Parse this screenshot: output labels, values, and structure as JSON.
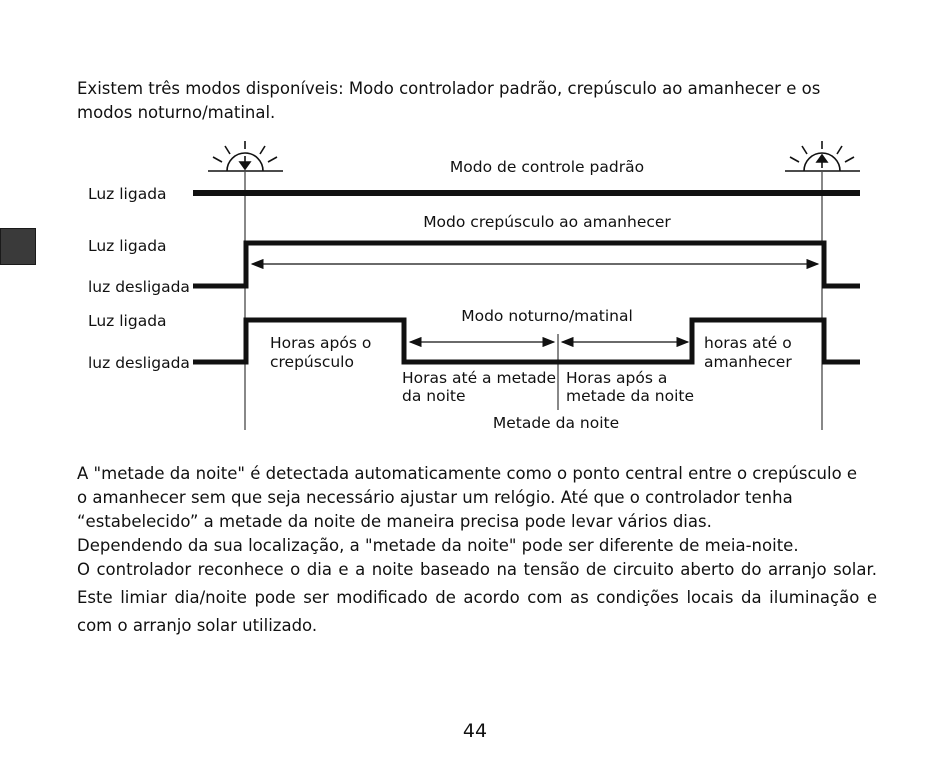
{
  "intro": "Existem três modos disponíveis: Modo controlador padrão, crepúsculo ao amanhecer e os modos noturno/matinal.",
  "diagram": {
    "mode_standard": "Modo de controle padrão",
    "mode_dusk_dawn": "Modo crepúsculo ao amanhecer",
    "mode_night": "Modo noturno/matinal",
    "light_on_1": "Luz ligada",
    "light_on_2": "Luz ligada",
    "light_off_2": "luz desligada",
    "light_on_3": "Luz ligada",
    "light_off_3": "luz desligada",
    "hours_after_dusk_1": "Horas após o",
    "hours_after_dusk_2": "crepúsculo",
    "hours_to_midnight_1": "Horas até a metade",
    "hours_to_midnight_2": "da noite",
    "hours_after_midnight_1": "Horas após a",
    "hours_after_midnight_2": "metade da noite",
    "hours_to_dawn_1": "horas até o",
    "hours_to_dawn_2": "amanhecer",
    "midnight": "Metade da noite",
    "sunset_icon": "sunset-icon",
    "sunrise_icon": "sunrise-icon"
  },
  "paragraphs": {
    "p1_l1": "A \"metade da noite\" é detectada automaticamente como o ponto central entre o crepúsculo e",
    "p1_l2": "o amanhecer sem que seja necessário ajustar um relógio. Até que o controlador tenha",
    "p1_l3": "“estabelecido” a metade da noite de maneira precisa pode levar vários dias.",
    "p2": "Dependendo da sua localização, a \"metade da noite\" pode ser diferente de meia-noite.",
    "p3_l1": "O controlador reconhece o dia e a noite baseado na tensão de circuito aberto do arranjo solar.",
    "p3_l2": "Este limiar dia/noite pode ser modificado de acordo com as condições locais da iluminação e",
    "p3_l3": "com o arranjo solar utilizado."
  },
  "page_number": "44"
}
